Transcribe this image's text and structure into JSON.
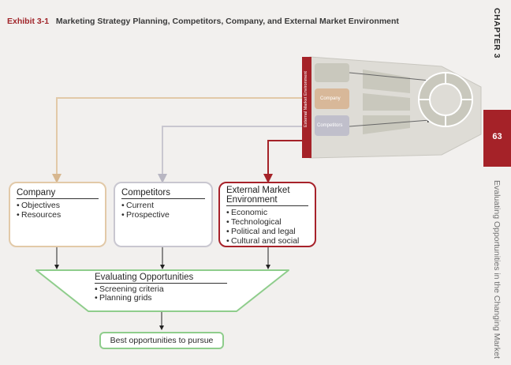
{
  "header": {
    "exhibit": "Exhibit 3-1",
    "title": "Marketing Strategy Planning, Competitors, Company, and External Market Environment"
  },
  "sidebar": {
    "chapter": "CHAPTER 3",
    "page_number": "63",
    "subtitle": "Evaluating Opportunities in the Changing Market"
  },
  "fan": {
    "environment_label": "External Market Environment",
    "company_label": "Company",
    "competitors_label": "Competitors"
  },
  "boxes": {
    "company": {
      "heading": "Company",
      "items": [
        "Objectives",
        "Resources"
      ]
    },
    "competitors": {
      "heading": "Competitors",
      "items": [
        "Current",
        "Prospective"
      ]
    },
    "external": {
      "heading": "External Market Environment",
      "items": [
        "Economic",
        "Technological",
        "Political and legal",
        "Cultural and social"
      ]
    }
  },
  "evaluating": {
    "heading": "Evaluating Opportunities",
    "items": [
      "Screening criteria",
      "Planning grids"
    ]
  },
  "result": "Best opportunities to pursue",
  "colors": {
    "accent_red": "#a52228",
    "company_tan": "#e2c9a8",
    "competitors_gray": "#c9c7d0",
    "evaluate_green": "#8fcd8c",
    "fan_gray": "#cfcdc4"
  }
}
